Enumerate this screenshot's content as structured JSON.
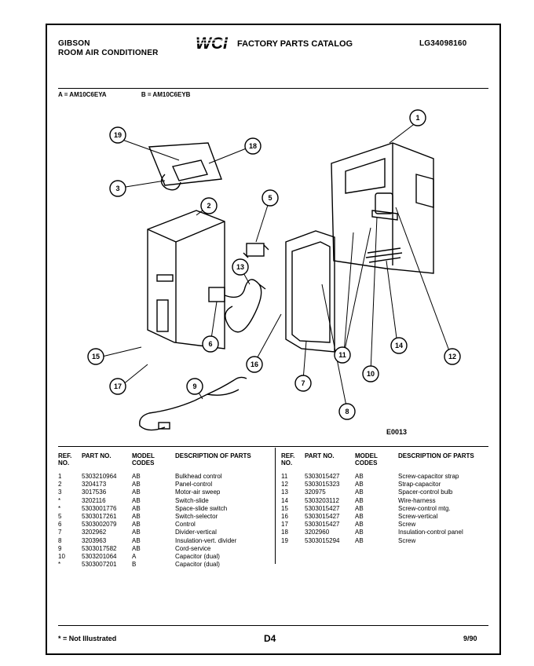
{
  "header": {
    "brand": "GIBSON",
    "product": "ROOM AIR CONDITIONER",
    "catalog_title": "FACTORY PARTS CATALOG",
    "catalog_number": "LG34098160"
  },
  "models": [
    {
      "label": "A = AM10C6EYA"
    },
    {
      "label": "B = AM10C6EYB"
    }
  ],
  "diagram": {
    "code": "E0013",
    "callouts": [
      "1",
      "2",
      "3",
      "5",
      "6",
      "7",
      "8",
      "9",
      "10",
      "11",
      "12",
      "13",
      "14",
      "15",
      "16",
      "17",
      "18",
      "19"
    ]
  },
  "table": {
    "headers": {
      "ref": "REF. NO.",
      "part": "PART NO.",
      "codes": "MODEL CODES",
      "desc": "DESCRIPTION OF PARTS"
    },
    "left_rows": [
      {
        "ref": "1",
        "part": "5303210964",
        "code": "AB",
        "desc": "Bulkhead control"
      },
      {
        "ref": "2",
        "part": "3204173",
        "code": "AB",
        "desc": "Panel-control"
      },
      {
        "ref": "3",
        "part": "3017536",
        "code": "AB",
        "desc": "Motor-air sweep"
      },
      {
        "ref": "*",
        "part": "3202116",
        "code": "AB",
        "desc": "Switch-slide"
      },
      {
        "ref": "*",
        "part": "5303001776",
        "code": "AB",
        "desc": "Space-slide switch"
      },
      {
        "ref": "5",
        "part": "5303017261",
        "code": "AB",
        "desc": "Switch-selector"
      },
      {
        "ref": "6",
        "part": "5303002079",
        "code": "AB",
        "desc": "Control"
      },
      {
        "ref": "7",
        "part": "3202962",
        "code": "AB",
        "desc": "Divider-vertical"
      },
      {
        "ref": "8",
        "part": "3203963",
        "code": "AB",
        "desc": "Insulation-vert. divider"
      },
      {
        "ref": "9",
        "part": "5303017582",
        "code": "AB",
        "desc": "Cord-service"
      },
      {
        "ref": "10",
        "part": "5303201064",
        "code": "A",
        "desc": "Capacitor (dual)"
      },
      {
        "ref": "*",
        "part": "5303007201",
        "code": "B",
        "desc": "Capacitor (dual)"
      }
    ],
    "right_rows": [
      {
        "ref": "11",
        "part": "5303015427",
        "code": "AB",
        "desc": "Screw-capacitor strap"
      },
      {
        "ref": "12",
        "part": "5303015323",
        "code": "AB",
        "desc": "Strap-capacitor"
      },
      {
        "ref": "13",
        "part": "320975",
        "code": "AB",
        "desc": "Spacer-control bulb"
      },
      {
        "ref": "14",
        "part": "5303203112",
        "code": "AB",
        "desc": "Wire-harness"
      },
      {
        "ref": "15",
        "part": "5303015427",
        "code": "AB",
        "desc": "Screw-control mtg."
      },
      {
        "ref": "16",
        "part": "5303015427",
        "code": "AB",
        "desc": "Screw-vertical"
      },
      {
        "ref": "17",
        "part": "5303015427",
        "code": "AB",
        "desc": "Screw"
      },
      {
        "ref": "18",
        "part": "3202960",
        "code": "AB",
        "desc": "Insulation-control panel"
      },
      {
        "ref": "19",
        "part": "5303015294",
        "code": "AB",
        "desc": "Screw"
      }
    ]
  },
  "footer": {
    "note": "* = Not Illustrated",
    "page": "D4",
    "date": "9/90"
  }
}
